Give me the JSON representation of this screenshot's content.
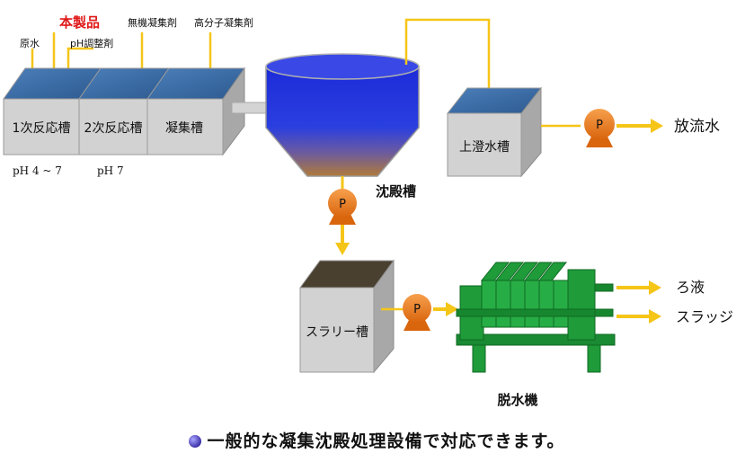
{
  "labels": {
    "raw_water": "原水",
    "product": "本製品",
    "ph_adjuster": "pH調整剤",
    "inorganic_coagulant": "無機凝集剤",
    "polymer_coagulant": "高分子凝集剤",
    "tank1": "1次反応槽",
    "tank2": "2次反応槽",
    "tank3": "凝集槽",
    "ph1": "pH 4 ~ 7",
    "ph2": "pH 7",
    "sedimentation": "沈殿槽",
    "supernatant_tank": "上澄水槽",
    "discharge": "放流水",
    "slurry_tank": "スラリー槽",
    "dehydrator": "脱水機",
    "filtrate": "ろ液",
    "sludge": "スラッジ",
    "pump": "P"
  },
  "caption": "一般的な凝集沈殿処理設備で対応できます。",
  "colors": {
    "arrow": "#f5c518",
    "tank_face": "#d0d0d0",
    "water": "#3d6fa8",
    "pump": "#e8761a",
    "filter_press": "#1f9b3a",
    "product_text": "#e01818"
  }
}
